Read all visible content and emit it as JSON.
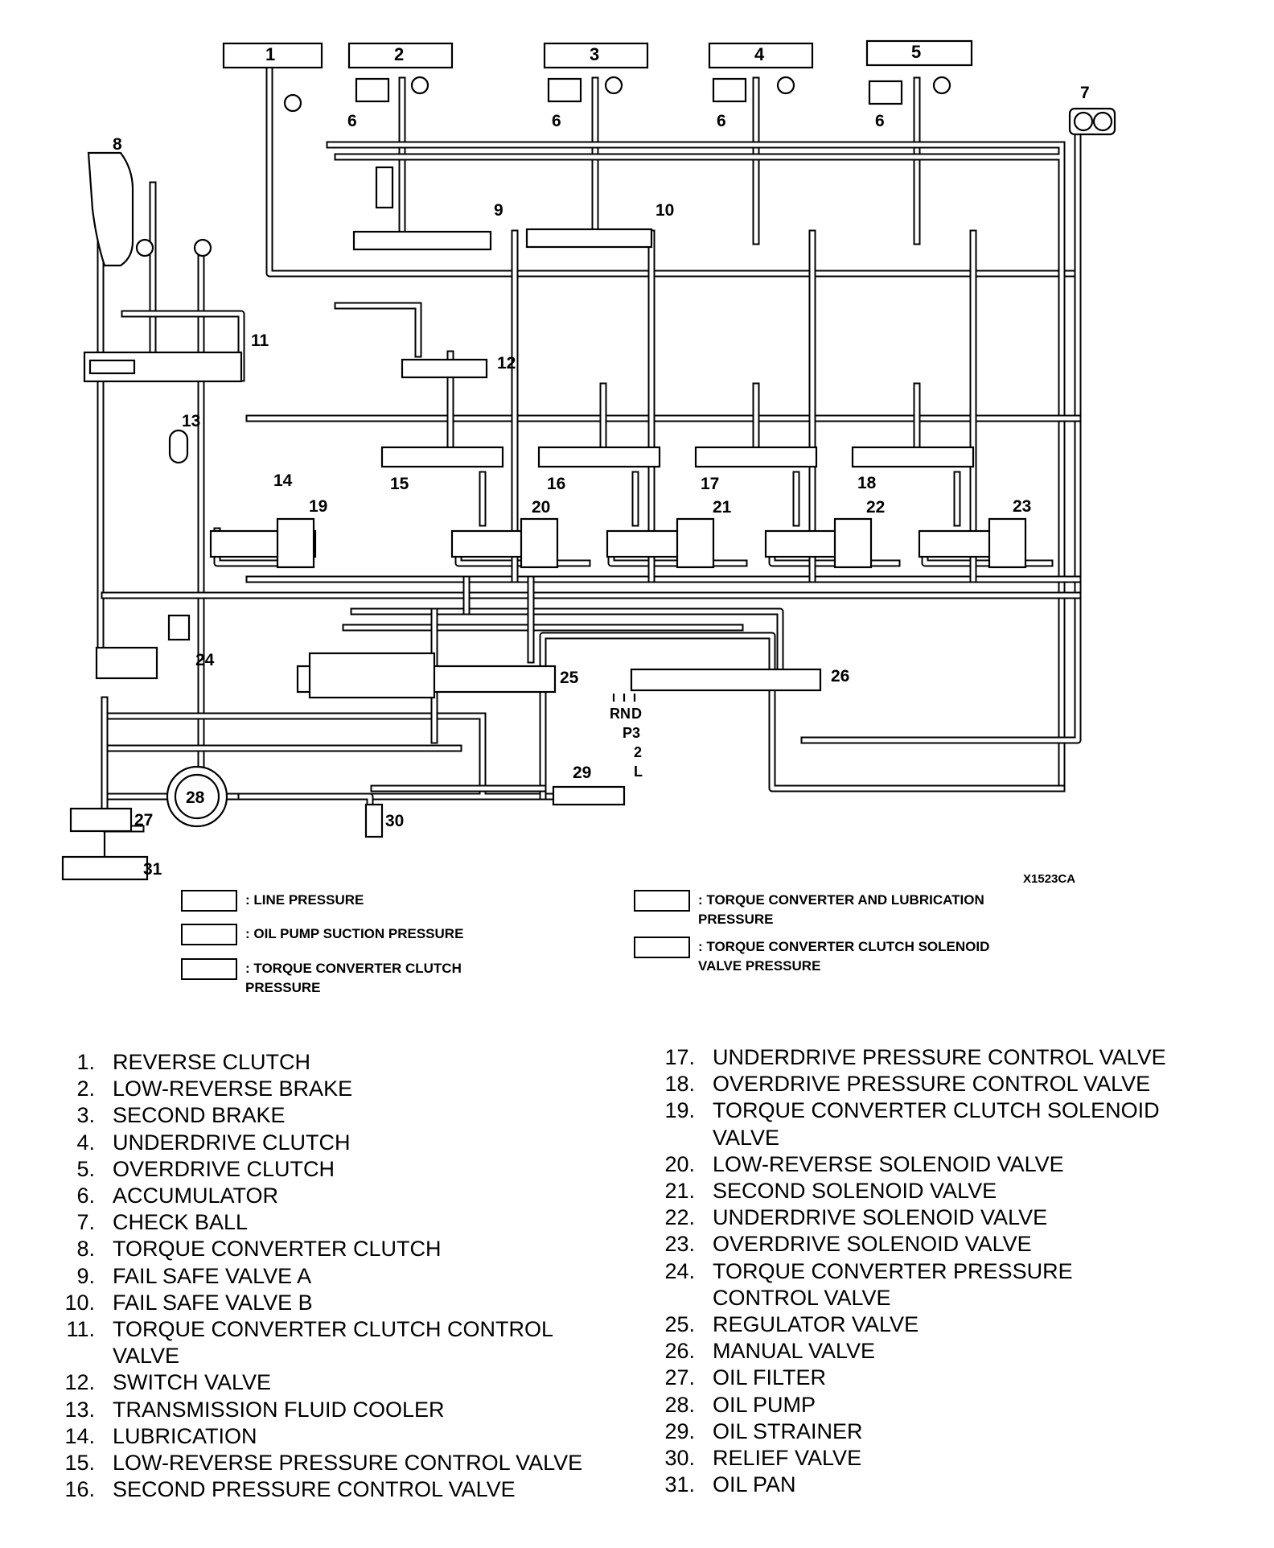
{
  "figure_code": "X1523CA",
  "component_markers": [
    "1",
    "2",
    "3",
    "4",
    "5",
    "6",
    "7",
    "8",
    "9",
    "10",
    "11",
    "12",
    "13",
    "14",
    "15",
    "16",
    "17",
    "18",
    "19",
    "20",
    "21",
    "22",
    "23",
    "24",
    "25",
    "26",
    "27",
    "28",
    "29",
    "30",
    "31"
  ],
  "manual_positions": {
    "row1": [
      "R",
      "N",
      "D"
    ],
    "row2": "P3",
    "row3": "2",
    "row4": "L"
  },
  "legend": [
    {
      "label": ": LINE PRESSURE"
    },
    {
      "label": ": OIL PUMP SUCTION PRESSURE"
    },
    {
      "label": ": TORQUE CONVERTER CLUTCH\nPRESSURE"
    },
    {
      "label": ": TORQUE CONVERTER AND LUBRICATION\nPRESSURE"
    },
    {
      "label": ": TORQUE CONVERTER CLUTCH SOLENOID\nVALVE PRESSURE"
    }
  ],
  "key": [
    {
      "num": "1.",
      "name": "REVERSE CLUTCH"
    },
    {
      "num": "2.",
      "name": "LOW-REVERSE BRAKE"
    },
    {
      "num": "3.",
      "name": "SECOND BRAKE"
    },
    {
      "num": "4.",
      "name": "UNDERDRIVE CLUTCH"
    },
    {
      "num": "5.",
      "name": "OVERDRIVE CLUTCH"
    },
    {
      "num": "6.",
      "name": "ACCUMULATOR"
    },
    {
      "num": "7.",
      "name": "CHECK BALL"
    },
    {
      "num": "8.",
      "name": "TORQUE CONVERTER CLUTCH"
    },
    {
      "num": "9.",
      "name": "FAIL SAFE VALVE A"
    },
    {
      "num": "10.",
      "name": "FAIL SAFE VALVE B"
    },
    {
      "num": "11.",
      "name": "TORQUE CONVERTER CLUTCH CONTROL\nVALVE"
    },
    {
      "num": "12.",
      "name": "SWITCH VALVE"
    },
    {
      "num": "13.",
      "name": "TRANSMISSION FLUID COOLER"
    },
    {
      "num": "14.",
      "name": "LUBRICATION"
    },
    {
      "num": "15.",
      "name": "LOW-REVERSE PRESSURE CONTROL VALVE"
    },
    {
      "num": "16.",
      "name": "SECOND PRESSURE CONTROL VALVE"
    },
    {
      "num": "17.",
      "name": "UNDERDRIVE PRESSURE CONTROL VALVE"
    },
    {
      "num": "18.",
      "name": "OVERDRIVE PRESSURE CONTROL VALVE"
    },
    {
      "num": "19.",
      "name": "TORQUE CONVERTER CLUTCH SOLENOID\nVALVE"
    },
    {
      "num": "20.",
      "name": "LOW-REVERSE SOLENOID VALVE"
    },
    {
      "num": "21.",
      "name": "SECOND SOLENOID VALVE"
    },
    {
      "num": "22.",
      "name": "UNDERDRIVE SOLENOID VALVE"
    },
    {
      "num": "23.",
      "name": "OVERDRIVE SOLENOID VALVE"
    },
    {
      "num": "24.",
      "name": "TORQUE CONVERTER PRESSURE\nCONTROL VALVE"
    },
    {
      "num": "25.",
      "name": "REGULATOR VALVE"
    },
    {
      "num": "26.",
      "name": "MANUAL VALVE"
    },
    {
      "num": "27.",
      "name": "OIL FILTER"
    },
    {
      "num": "28.",
      "name": "OIL PUMP"
    },
    {
      "num": "29.",
      "name": "OIL STRAINER"
    },
    {
      "num": "30.",
      "name": "RELIEF VALVE"
    },
    {
      "num": "31.",
      "name": "OIL PAN"
    }
  ]
}
